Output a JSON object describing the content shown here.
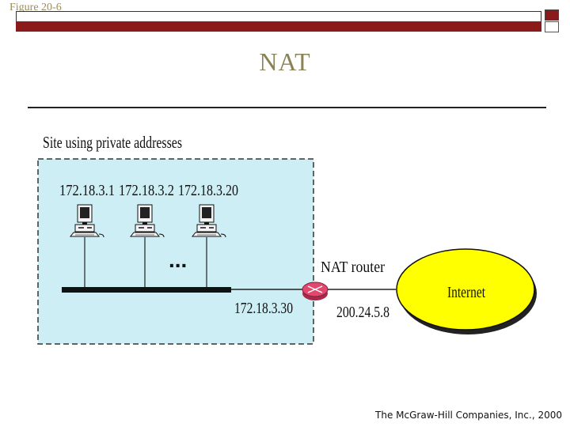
{
  "slide": {
    "figure_label": "Figure 20-6",
    "title": "NAT",
    "footer": "The McGraw-Hill Companies, Inc., 2000"
  },
  "diagram": {
    "site_label": "Site using private addresses",
    "host_addresses": [
      "172.18.3.1",
      "172.18.3.2",
      "172.18.3.20"
    ],
    "ellipsis": "...",
    "router_label": "NAT router",
    "router_private_address": "172.18.3.30",
    "router_public_address": "200.24.5.8",
    "cloud_label": "Internet",
    "colors": {
      "site_fill": "#cdeef4",
      "cloud_fill": "#ffff00",
      "router_fill": "#e2476e",
      "header_red": "#8b1a1a",
      "title_color": "#8a8358"
    }
  }
}
